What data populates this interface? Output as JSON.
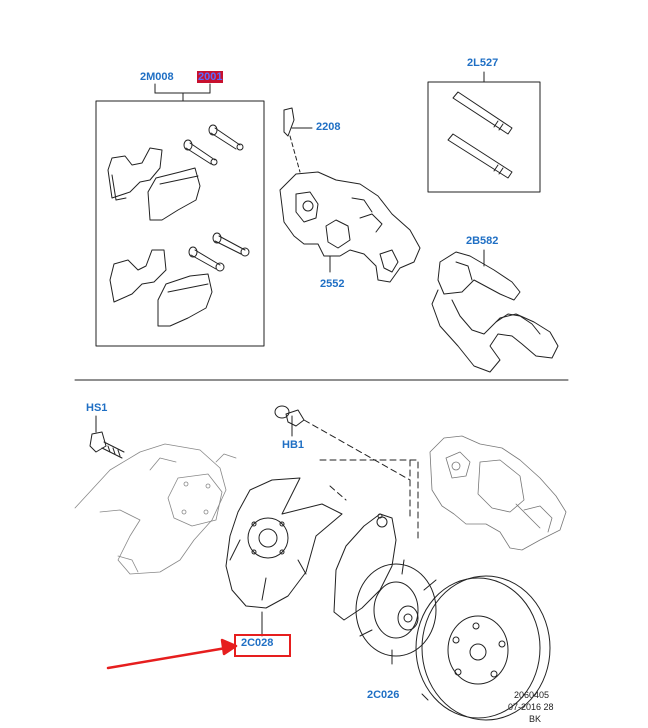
{
  "labels": {
    "p2M008": "2M008",
    "p2001": "2001",
    "p2L527": "2L527",
    "p2208": "2208",
    "p2552": "2552",
    "p2B582": "2B582",
    "pHS1": "HS1",
    "pHB1": "HB1",
    "p2C028": "2C028",
    "p2C026": "2C026"
  },
  "footer": {
    "code": "2060405",
    "date": "07-2016 28",
    "suffix": "BK"
  },
  "colors": {
    "label": "#1f6fc4",
    "highlight": "#e61e1e",
    "selected_bg": "#c8102e",
    "line": "#222222"
  }
}
